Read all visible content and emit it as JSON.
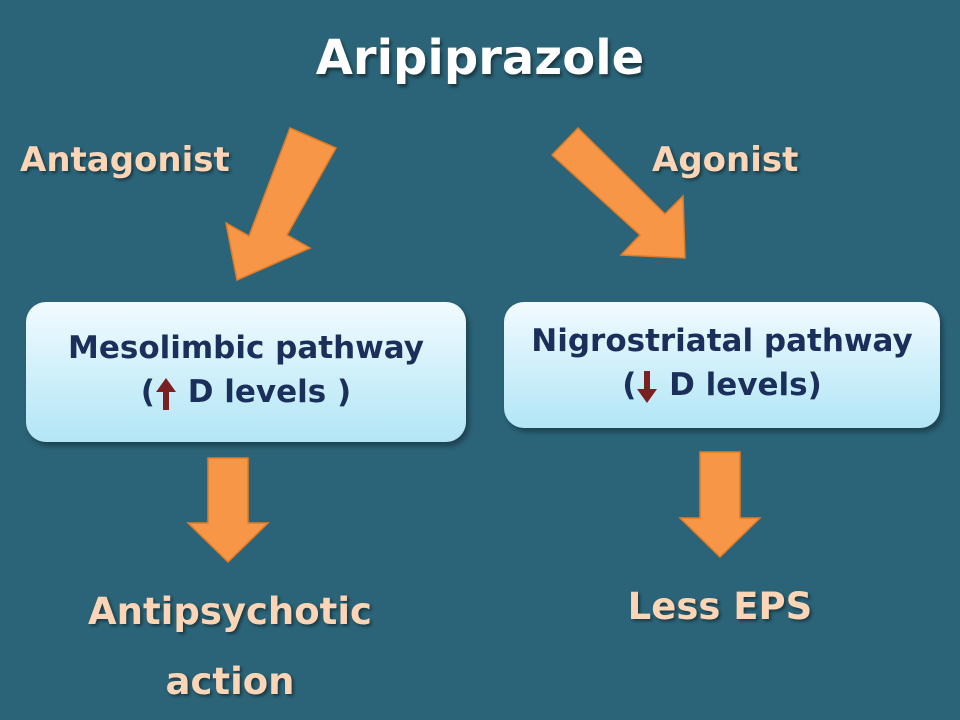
{
  "title": "Aripiprazole",
  "left": {
    "mode": "Antagonist",
    "pathway": "Mesolimbic pathway",
    "effect_open": "(",
    "effect_indicator": "up-arrow",
    "effect_text": " D levels )",
    "outcome_line1": "Antipsychotic",
    "outcome_line2": "action"
  },
  "right": {
    "mode": "Agonist",
    "pathway": "Nigrostriatal pathway",
    "effect_open": "(",
    "effect_indicator": "down-arrow",
    "effect_text": " D levels)",
    "outcome_line1": "Less EPS"
  },
  "colors": {
    "background": "#2b6478",
    "arrow": "#f79646",
    "label": "#fbd5b5",
    "box_text": "#1a2f5a",
    "indicator": "#7a2020"
  }
}
